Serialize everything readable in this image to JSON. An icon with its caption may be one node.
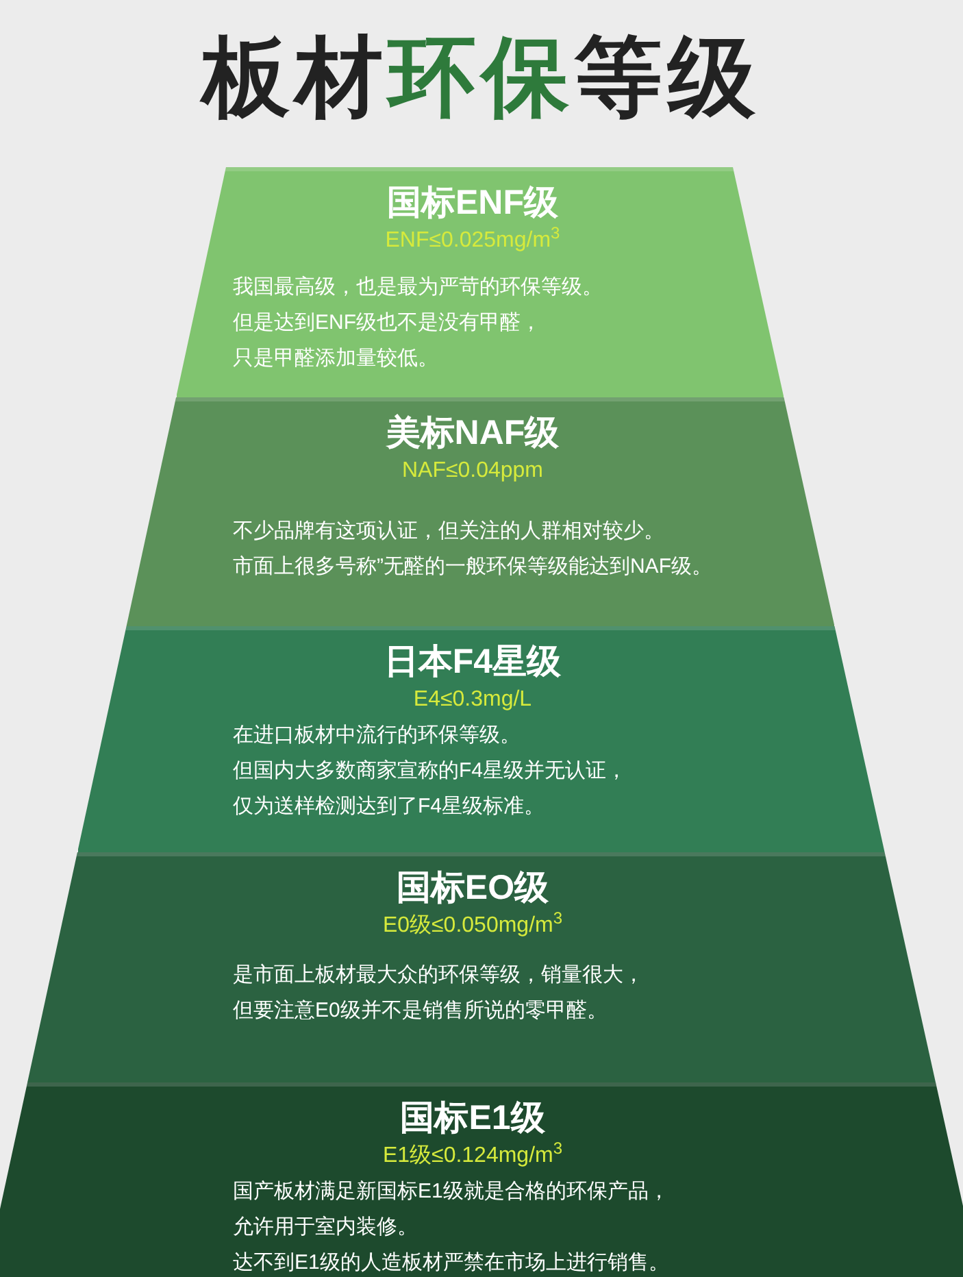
{
  "diagram": {
    "title": "板材环保等级",
    "nodes": [
      {
        "text": [
          "国标ENF级",
          "ENF≤0.025mg/m$^{3}$",
          "我国最高级，也是最为严苛的环保等级。",
          "但是达到ENF级也不是没有甲醛，",
          "只是甲醛添加量较低。"
        ]
      },
      {
        "text": [
          "美标NAF级",
          "NAF≤0.04ppm",
          "不少品牌有这项认证，但关注的人群相对较少。",
          "市面上很多号称”无醛的一般环保等级能达到NAF级。"
        ]
      },
      {
        "text": [
          "日本F4星级",
          "E4≤0.3mg/L",
          "在进口板材中流行的环保等级。",
          "但国内大多数商家宣称的F4星级并无认证，",
          "仅为送样检测达到了F4星级标准。"
        ]
      },
      {
        "text": [
          "国标EO级",
          "E0级≤0.050mg/m$^{3}$",
          "是市面上板材最大众的环保等级，销量很大，",
          "但要注意E0级并不是销售所说的零甲醛。"
        ]
      },
      {
        "text": [
          "国标E1级",
          "E1级≤0.124mg/m$^{3}$",
          "国产板材满足新国标E1级就是合格的环保产品，",
          "允许用于室内装修。",
          "达不到E1级的人造板材严禁在市场上进行销售。"
        ]
      }
    ]
  }
}
